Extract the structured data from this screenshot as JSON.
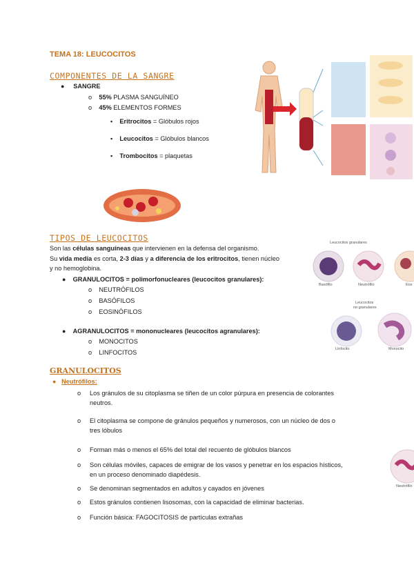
{
  "title": "TEMA 18: LEUCOCITOS",
  "sections": {
    "componentes": {
      "heading": "COMPONENTES DE LA SANGRE",
      "item": "SANGRE",
      "sub": [
        {
          "pct": "55%",
          "text": " PLASMA SANGUÍNEO"
        },
        {
          "pct": "45%",
          "text": " ELEMENTOS FORMES"
        }
      ],
      "elements": [
        {
          "bold": "Eritrocitos",
          "text": " = Glóbulos rojos"
        },
        {
          "bold": "Leucocitos",
          "text": " = Glóbulos blancos"
        },
        {
          "bold": "Trombocitos",
          "text": " = plaquetas"
        }
      ]
    },
    "tipos": {
      "heading": "TIPOS DE LEUCOCITOS",
      "intro1_a": "Son las ",
      "intro1_b": "células sanguíneas",
      "intro1_c": " que intervienen en la defensa del organismo.",
      "intro2_a": "Su ",
      "intro2_b": "vida media",
      "intro2_c": " es corta, ",
      "intro2_d": "2-3 días",
      "intro2_e": " y ",
      "intro2_f": "a diferencia de los eritrocitos",
      "intro2_g": ", tienen núcleo",
      "intro3": "y no hemoglobina.",
      "granulocitos": {
        "label": "GRANULOCITOS = polimorfonucleares (leucocitos granulares):",
        "items": [
          "NEUTRÓFILOS",
          "BASÓFILOS",
          "EOSINÓFILOS"
        ]
      },
      "agranulocitos": {
        "label": "AGRANULOCITOS = mononucleares (leucocitos agranulares):",
        "items": [
          "MONOCITOS",
          "LINFOCITOS"
        ]
      }
    },
    "granulocitos": {
      "heading": "GRANULOCITOS",
      "sub_heading": "Neutrófilos:",
      "points": [
        {
          "l1": "Los gránulos de su citoplasma se tiñen de un color púrpura en presencia de colorantes",
          "l2": "neutros."
        },
        {
          "l1": "El citoplasma se compone de gránulos pequeños y numerosos, con un núcleo de dos o",
          "l2": "tres lóbulos"
        },
        {
          "l1": "Forman más o menos el 65% del total del recuento de glóbulos blancos",
          "l2": ""
        },
        {
          "l1": "Son células móviles, capaces de emigrar de los vasos y penetrar en los espacios hísticos,",
          "l2": "en un proceso denominado diapédesis."
        },
        {
          "l1": "Se denominan segmentados en adultos y cayados en jóvenes",
          "l2": ""
        },
        {
          "l1": "Estos gránulos contienen lisosomas, con la capacidad de eliminar bacterias.",
          "l2": ""
        },
        {
          "l1": "Función básica: FAGOCITOSIS de partículas extrañas",
          "l2": ""
        }
      ]
    }
  },
  "figures": {
    "gran_caption": "Leucocitos granulares",
    "agran_caption_1": "Leucocitos",
    "agran_caption_2": "no granulares",
    "cells": [
      "Basófilo",
      "Neutrófilo",
      "Eos",
      "Linfocito",
      "Monocito",
      "Neutrófilo"
    ]
  },
  "colors": {
    "accent": "#c4721c"
  }
}
